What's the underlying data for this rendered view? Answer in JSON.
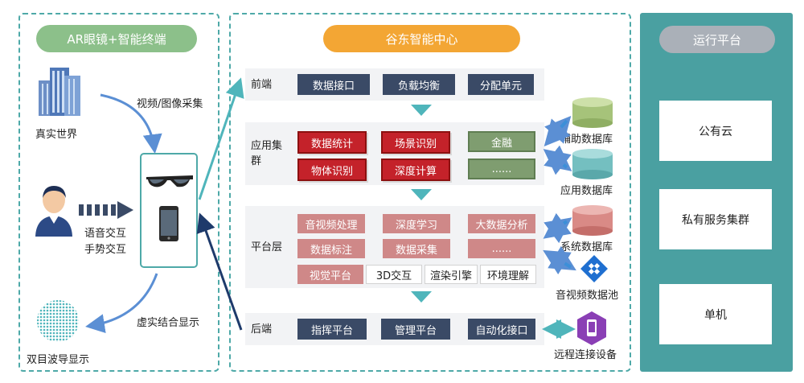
{
  "left_panel": {
    "title": "AR眼镜+智能终端",
    "real_world": "真实世界",
    "capture": "视频/图像采集",
    "voice": "语音交互",
    "gesture": "手势交互",
    "mixed_display": "虚实结合显示",
    "waveguide": "双目波导显示"
  },
  "center_panel": {
    "title": "谷东智能中心",
    "layers": [
      {
        "name": "前端",
        "items": [
          "数据接口",
          "负载均衡",
          "分配单元"
        ]
      },
      {
        "name": "应用集群",
        "items": [
          "数据统计",
          "场景识别",
          "金融",
          "物体识别",
          "深度计算",
          "......"
        ]
      },
      {
        "name": "平台层",
        "items": [
          "音视频处理",
          "深度学习",
          "大数据分析",
          "数据标注",
          "数据采集",
          "......",
          "视觉平台",
          "3D交互",
          "渲染引擎",
          "环境理解"
        ]
      },
      {
        "name": "后端",
        "items": [
          "指挥平台",
          "管理平台",
          "自动化接口"
        ]
      }
    ],
    "side": {
      "aux_db": "辅助数据库",
      "app_db": "应用数据库",
      "sys_db": "系统数据库",
      "av_pool": "音视频数据池",
      "remote": "远程连接设备"
    }
  },
  "right_panel": {
    "title": "运行平台",
    "items": [
      "公有云",
      "私有服务集群",
      "单机"
    ]
  },
  "colors": {
    "teal": "#4ea9a8",
    "orange": "#f3a634",
    "navy": "#3a4a66",
    "red": "#c4222a",
    "green": "#7f9d70",
    "pink": "#cf8888",
    "purple": "#8a3fb5"
  }
}
